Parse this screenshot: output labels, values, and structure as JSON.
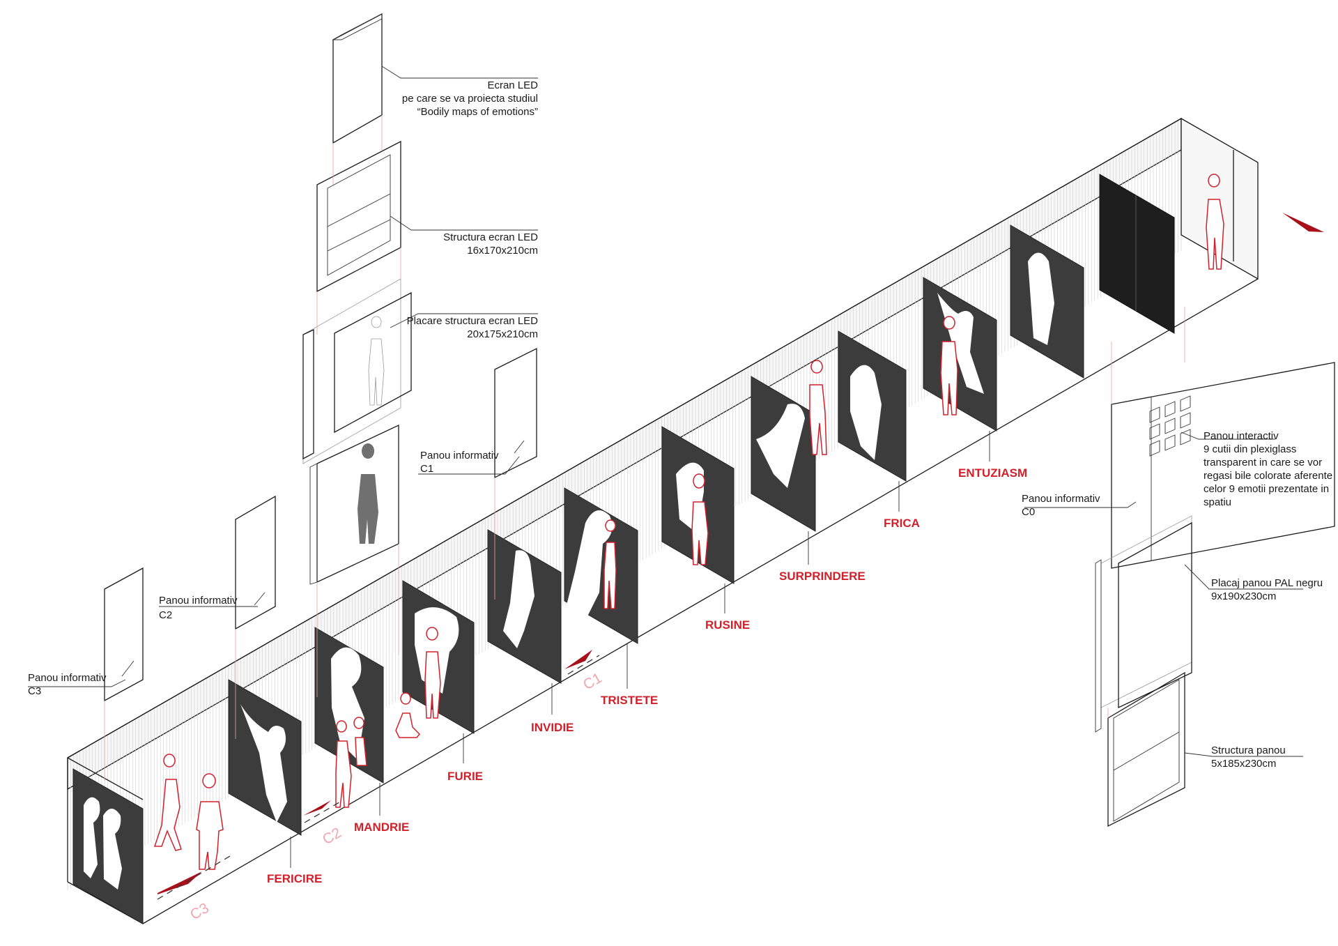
{
  "colors": {
    "accent": "#d2202b",
    "panel": "#3c3c3c",
    "door": "#1e1e1e",
    "line": "#1a1a1a"
  },
  "callouts": {
    "led_screen": {
      "line1": "Ecran LED",
      "line2": "pe care se va proiecta studiul",
      "line3": "“Bodily maps of emotions”"
    },
    "led_structure": {
      "line1": "Structura ecran LED",
      "line2": "16x170x210cm"
    },
    "led_cladding": {
      "line1": "Placare structura ecran LED",
      "line2": "20x175x210cm"
    },
    "info_c1": {
      "line1": "Panou informativ",
      "line2": "C1"
    },
    "info_c2": {
      "line1": "Panou informativ",
      "line2": "C2"
    },
    "info_c3": {
      "line1": "Panou informativ",
      "line2": "C3"
    },
    "interactive": {
      "line1": "Panou interactiv",
      "line2": "9 cutii din plexiglass",
      "line3": "transparent in care se vor",
      "line4": "regasi bile colorate aferente",
      "line5": "celor 9 emotii prezentate in",
      "line6": "spatiu"
    },
    "info_c0": {
      "line1": "Panou informativ",
      "line2": "C0"
    },
    "pal_cladding": {
      "line1": "Placaj panou PAL negru",
      "line2": "9x190x230cm"
    },
    "panel_structure": {
      "line1": "Structura panou",
      "line2": "5x185x230cm"
    }
  },
  "emotions": [
    "FERICIRE",
    "MANDRIE",
    "FURIE",
    "INVIDIE",
    "TRISTETE",
    "RUSINE",
    "SURPRINDERE",
    "FRICA",
    "ENTUZIASM"
  ],
  "zones": [
    "C3",
    "C2",
    "C1"
  ]
}
